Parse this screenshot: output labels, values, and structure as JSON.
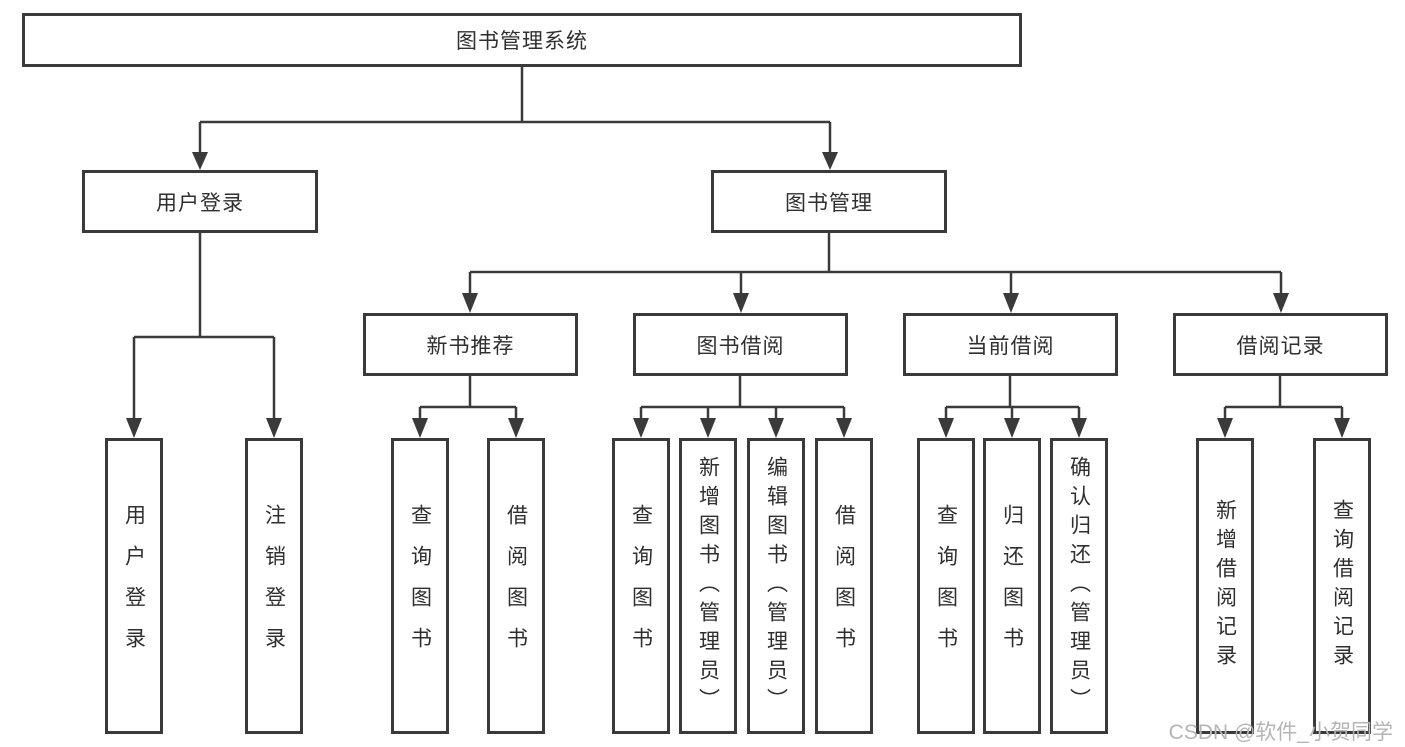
{
  "diagram_title": "图书管理系统",
  "tree": {
    "root": {
      "label": "图书管理系统"
    },
    "branches": [
      {
        "label": "用户登录",
        "children": [
          {
            "label": "用户登录"
          },
          {
            "label": "注销登录"
          }
        ]
      },
      {
        "label": "图书管理",
        "sections": [
          {
            "label": "新书推荐",
            "children": [
              {
                "label": "查询图书"
              },
              {
                "label": "借阅图书"
              }
            ]
          },
          {
            "label": "图书借阅",
            "children": [
              {
                "label": "查询图书"
              },
              {
                "label": "新增图书（管理员）"
              },
              {
                "label": "编辑图书（管理员）"
              },
              {
                "label": "借阅图书"
              }
            ]
          },
          {
            "label": "当前借阅",
            "children": [
              {
                "label": "查询图书"
              },
              {
                "label": "归还图书"
              },
              {
                "label": "确认归还（管理员）"
              }
            ]
          },
          {
            "label": "借阅记录",
            "children": [
              {
                "label": "新增借阅记录"
              },
              {
                "label": "查询借阅记录"
              }
            ]
          }
        ]
      }
    ]
  },
  "watermark": {
    "text": "CSDN @软件_小贺同学"
  },
  "colors": {
    "line": "#3a3a3a",
    "text": "#2f2f2f",
    "background": "#ffffff",
    "watermark": "#b5b5b5"
  }
}
